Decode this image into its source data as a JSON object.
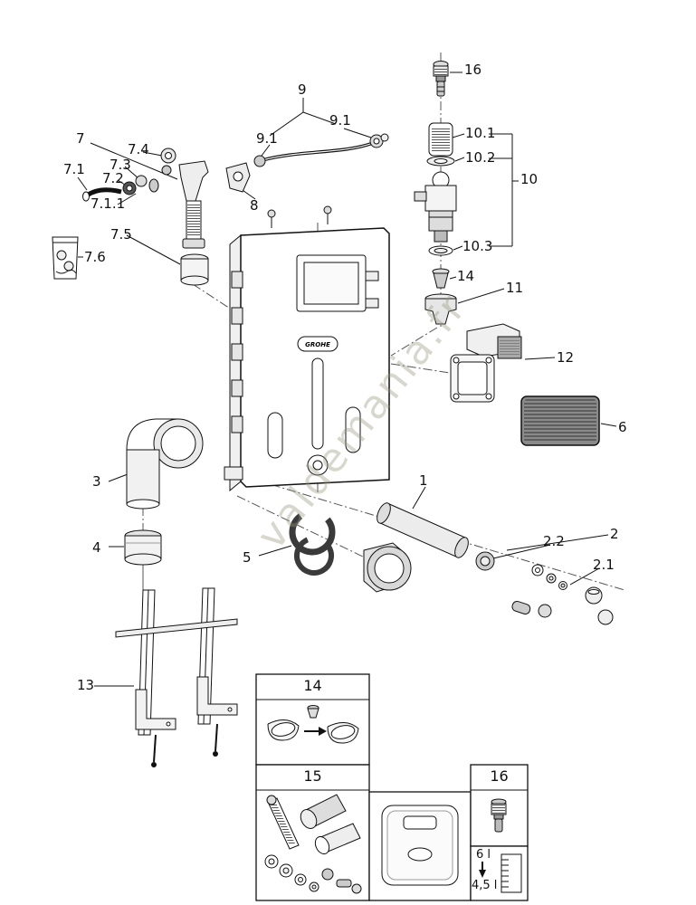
{
  "watermark": "valdemania.fr",
  "brand": "GROHE",
  "part_labels": {
    "p1": "1",
    "p2": "2",
    "p2_1": "2.1",
    "p2_2": "2.2",
    "p3": "3",
    "p4": "4",
    "p5": "5",
    "p6": "6",
    "p7": "7",
    "p7_1": "7.1",
    "p7_1_1": "7.1.1",
    "p7_2": "7.2",
    "p7_3": "7.3",
    "p7_4": "7.4",
    "p7_5": "7.5",
    "p7_6": "7.6",
    "p8": "8",
    "p9": "9",
    "p9_1_left": "9.1",
    "p9_1_right": "9.1",
    "p10": "10",
    "p10_1": "10.1",
    "p10_2": "10.2",
    "p10_3": "10.3",
    "p11": "11",
    "p12": "12",
    "p13": "13",
    "p14": "14",
    "p16": "16"
  },
  "insets": {
    "box14_label": "14",
    "box15_label": "15",
    "box16_label": "16",
    "capacity_full": "6 l",
    "capacity_reduced": "4,5 l"
  }
}
